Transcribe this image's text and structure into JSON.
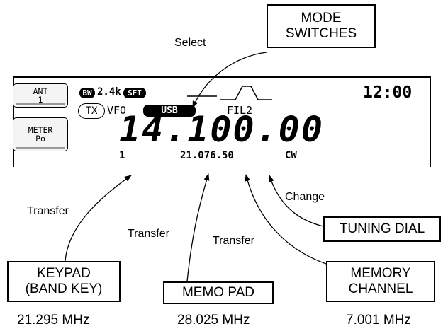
{
  "display": {
    "ant_button": [
      "ANT",
      "1"
    ],
    "meter_button": [
      "METER",
      "Po"
    ],
    "bw_badge": "BW",
    "bw_value": "2.4k",
    "sft_badge": "SFT",
    "clock": "12:00",
    "tx_badge": "TX",
    "vfo": "VFO",
    "mode": "USB",
    "filter": "FIL2",
    "main_frequency": "14.100.00",
    "memo_index": "1",
    "sub_frequency": "21.076.50",
    "sub_mode": "CW"
  },
  "callouts": {
    "mode_switches": [
      "MODE",
      "SWITCHES"
    ],
    "select_label": "Select",
    "change_label": "Change",
    "tuning_dial": "TUNING DIAL",
    "transfer_label_1": "Transfer",
    "transfer_label_2": "Transfer",
    "transfer_label_3": "Transfer",
    "keypad": [
      "KEYPAD",
      "(BAND KEY)"
    ],
    "memo_pad": "MEMO PAD",
    "memory_channel": [
      "MEMORY",
      "CHANNEL"
    ],
    "freq_keypad": "21.295 MHz",
    "freq_memo_pad": "28.025 MHz",
    "freq_memory_channel": "7.001 MHz"
  }
}
